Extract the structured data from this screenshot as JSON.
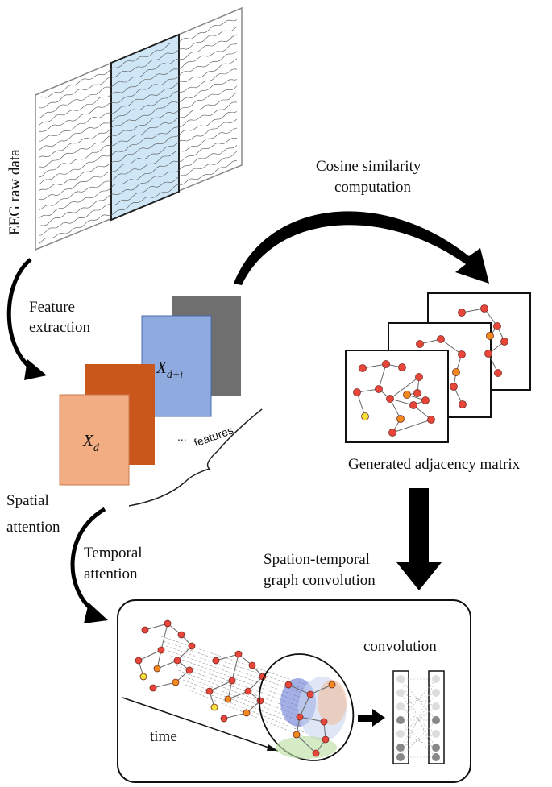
{
  "labels": {
    "eeg_raw": "EEG raw data",
    "cosine_line1": "Cosine similarity",
    "cosine_line2": "computation",
    "feature_line1": "Feature",
    "feature_line2": "extraction",
    "x_d_base": "X",
    "x_d_sub": "d",
    "x_di_base": "X",
    "x_di_sub": "d+i",
    "ellipsis": "...",
    "features": "features",
    "adjacency": "Generated adjacency matrix",
    "spatial_line1": "Spatial",
    "spatial_line2": "attention",
    "temporal_line1": "Temporal",
    "temporal_line2": "attention",
    "stgc_line1": "Spation-temporal",
    "stgc_line2": "graph convolution",
    "convolution": "convolution",
    "time": "time"
  },
  "colors": {
    "node_red": "#e8463a",
    "node_orange": "#f08a1c",
    "node_yellow": "#f3e23a",
    "card_peach": "#f2ad82",
    "card_rust": "#c9561a",
    "card_blue": "#8eaadf",
    "card_gray": "#6f6f6f",
    "eeg_highlight": "#cfe6f7",
    "arrow": "#000000"
  }
}
